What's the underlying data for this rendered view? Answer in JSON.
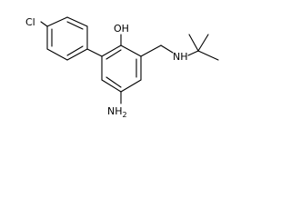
{
  "structure": {
    "atom_labels": {
      "chlorine": "Cl",
      "hydroxyl": "OH",
      "amine_secondary": "NH",
      "amine_primary_main": "NH",
      "amine_primary_sub": "2"
    },
    "colors": {
      "background": "#ffffff",
      "bonds": "#000000",
      "labels": "#000000"
    }
  }
}
